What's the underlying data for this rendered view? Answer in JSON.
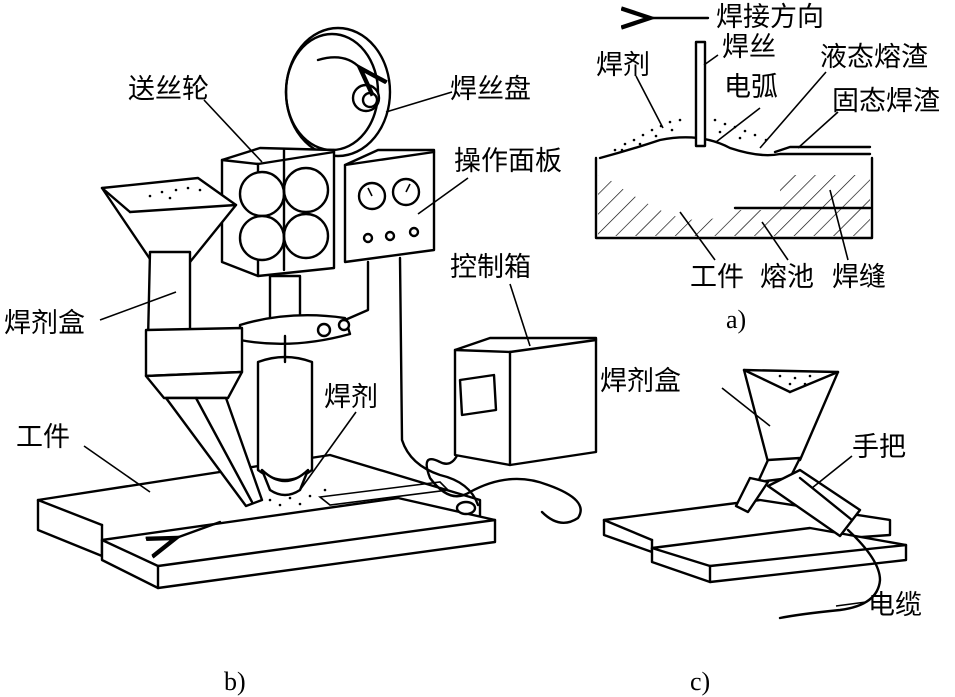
{
  "panel_a": {
    "caption": "a)",
    "labels": {
      "direction": "焊接方向",
      "flux": "焊剂",
      "wire": "焊丝",
      "arc": "电弧",
      "liquid_slag": "液态熔渣",
      "solid_slag": "固态焊渣",
      "workpiece": "工件",
      "pool": "熔池",
      "seam": "焊缝"
    }
  },
  "panel_b": {
    "caption": "b)",
    "labels": {
      "feed_wheel": "送丝轮",
      "wire_reel": "焊丝盘",
      "control_panel": "操作面板",
      "control_box": "控制箱",
      "flux_hopper": "焊剂盒",
      "flux": "焊剂",
      "workpiece": "工件"
    }
  },
  "panel_c": {
    "caption": "c)",
    "labels": {
      "flux_hopper": "焊剂盒",
      "handle": "手把",
      "cable": "电缆"
    }
  }
}
